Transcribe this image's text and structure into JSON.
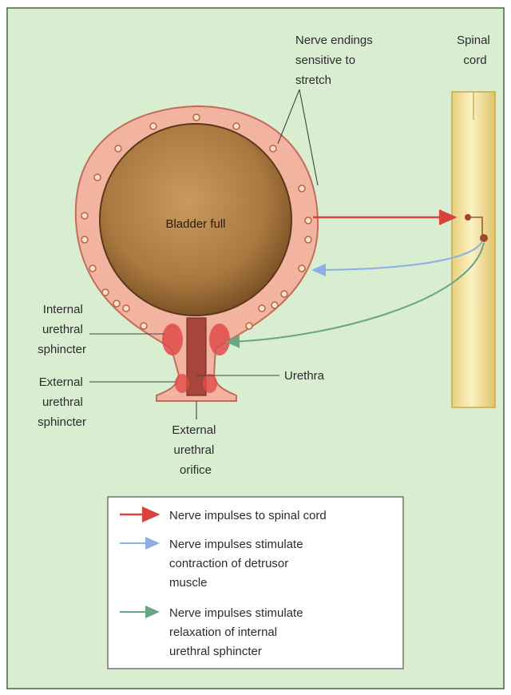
{
  "labels": {
    "nerve_endings": [
      "Nerve endings",
      "sensitive to",
      "stretch"
    ],
    "spinal_cord": [
      "Spinal",
      "cord"
    ],
    "bladder_full": "Bladder full",
    "internal_sphincter": [
      "Internal",
      "urethral",
      "sphincter"
    ],
    "external_sphincter": [
      "External",
      "urethral",
      "sphincter"
    ],
    "urethra": "Urethra",
    "external_orifice": [
      "External",
      "urethral",
      "orifice"
    ]
  },
  "legend": {
    "items": [
      {
        "color": "#d8423c",
        "lines": [
          "Nerve impulses to spinal cord"
        ]
      },
      {
        "color": "#8faee6",
        "lines": [
          "Nerve impulses stimulate",
          "contraction of detrusor",
          "muscle"
        ]
      },
      {
        "color": "#6aa584",
        "lines": [
          "Nerve impulses stimulate",
          "relaxation of internal",
          "urethral sphincter"
        ]
      }
    ]
  },
  "colors": {
    "background": "#d9edd0",
    "bladder_wall": "#f2b4a0",
    "bladder_interior": "#b88a52",
    "spinal_cord": "#f3e3a0",
    "sphincter": "#e14a4a",
    "afferent_arrow": "#d8423c",
    "detrusor_arrow": "#8faee6",
    "sphincter_arrow": "#6aa584"
  }
}
